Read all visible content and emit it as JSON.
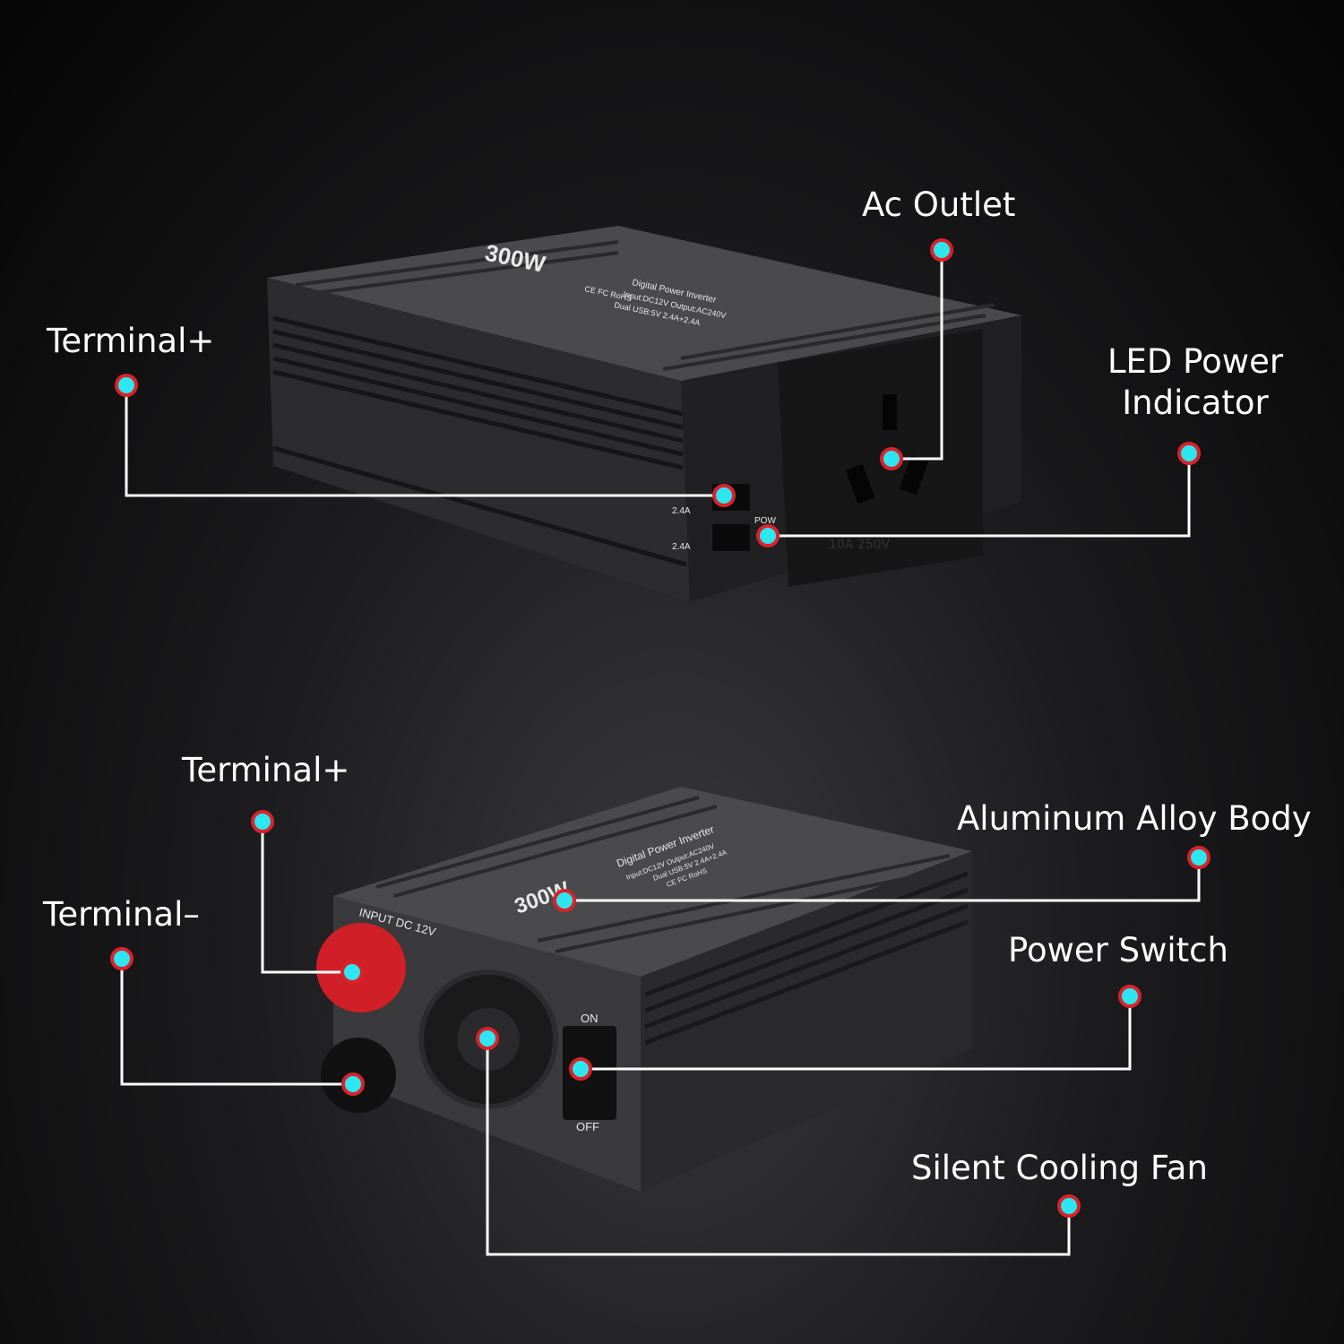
{
  "callouts": {
    "ac_outlet": "Ac Outlet",
    "terminal_plus_top": "Terminal+",
    "led_power_line1": "LED Power",
    "led_power_line2": "Indicator",
    "terminal_plus_bottom": "Terminal+",
    "terminal_minus": "Terminal–",
    "aluminum_body": "Aluminum Alloy Body",
    "power_switch": "Power Switch",
    "cooling_fan": "Silent Cooling Fan"
  },
  "device_markings": {
    "wattage": "300W",
    "model": "Digital Power Inverter",
    "spec_line1": "Input:DC12V  Output:AC240V",
    "spec_line2": "Dual USB:5V 2.4A+2.4A",
    "cert": "CE FC RoHS",
    "usb1_rating": "2.4A",
    "usb2_rating": "2.4A",
    "pow_label": "POW",
    "outlet_rating": "10A 250V",
    "input_label": "INPUT DC 12V",
    "switch_on": "ON",
    "switch_off": "OFF"
  },
  "colors": {
    "dot_fill": "#2ee6f0",
    "dot_ring": "#d8232a",
    "line": "#ffffff",
    "terminal_positive": "#d01f26"
  }
}
